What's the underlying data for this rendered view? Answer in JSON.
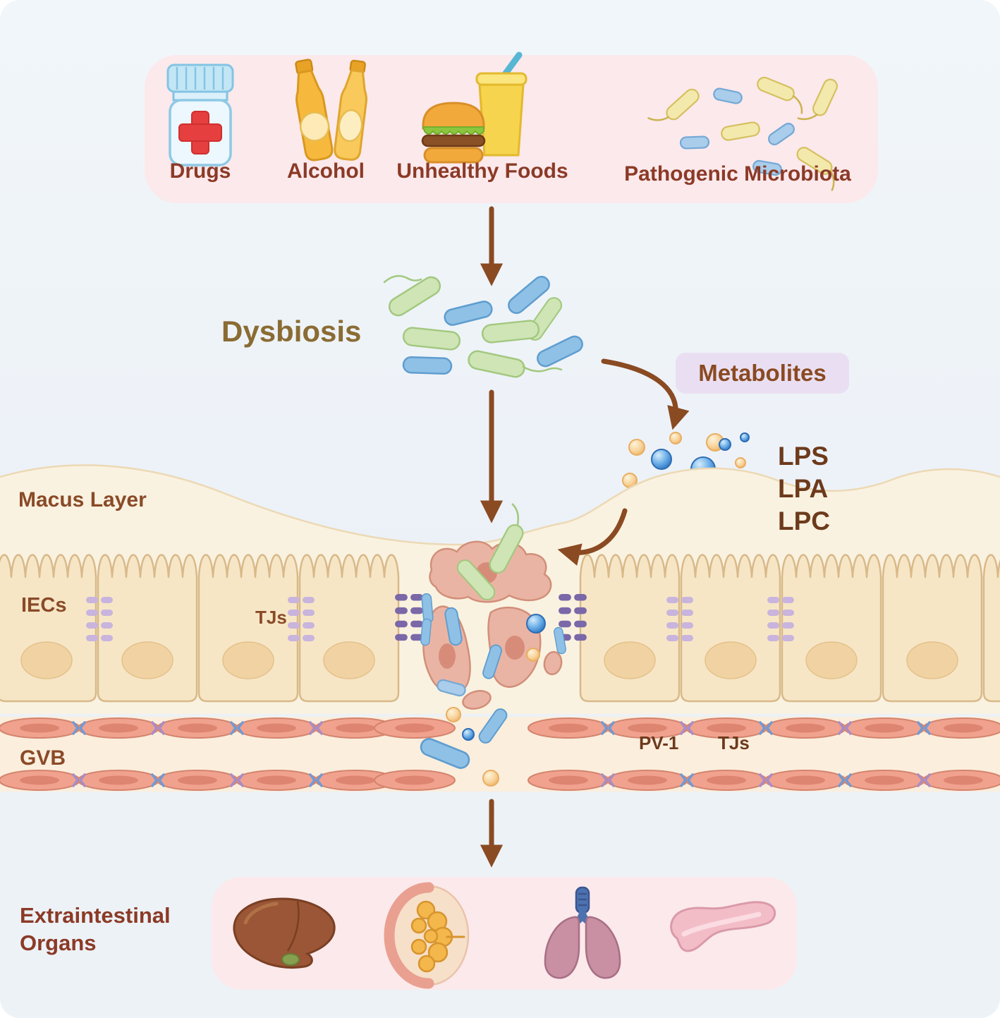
{
  "figure": {
    "top_panel": {
      "items": [
        {
          "name": "drugs",
          "label": "Drugs"
        },
        {
          "name": "alcohol",
          "label": "Alcohol"
        },
        {
          "name": "unhealthy-foods",
          "label": "Unhealthy Foods"
        },
        {
          "name": "pathogenic-microbiota",
          "label": "Pathogenic Microbiota"
        }
      ]
    },
    "labels": {
      "dysbiosis": "Dysbiosis",
      "metabolites": "Metabolites",
      "metabolite_types": [
        "LPS",
        "LPA",
        "LPC"
      ],
      "mucus_layer": "Macus Layer",
      "iecs": "IECs",
      "tjs": "TJs",
      "gvb": "GVB",
      "pv1": "PV-1",
      "tjs_gvb": "TJs",
      "extraintestinal_line1": "Extraintestinal",
      "extraintestinal_line2": "Organs"
    },
    "organs": [
      {
        "name": "liver"
      },
      {
        "name": "breast"
      },
      {
        "name": "lungs"
      },
      {
        "name": "pancreas"
      }
    ],
    "colors": {
      "background": "#eef2f7",
      "panel_pink": "#fbe9ec",
      "label_red_brown": "#8b3a26",
      "label_brown": "#8a4a28",
      "dysbiosis_olive": "#8a6c33",
      "arrow_brown": "#8a4a22",
      "metabolites_bg": "#eadff2",
      "metabolites_text": "#8a4a22",
      "dark_brown": "#6d3a1c",
      "mucus_cream": "#faf2e0",
      "cell_fill": "#f6e6c6",
      "cell_stroke": "#d9b98a",
      "gvb_cell": "#f1a28e",
      "bacteria_green": "#cfe5b6",
      "bacteria_blue": "#8fc1e6",
      "metabolite_blue": "#3f86cc",
      "metabolite_orange": "#f6d0a0"
    }
  }
}
